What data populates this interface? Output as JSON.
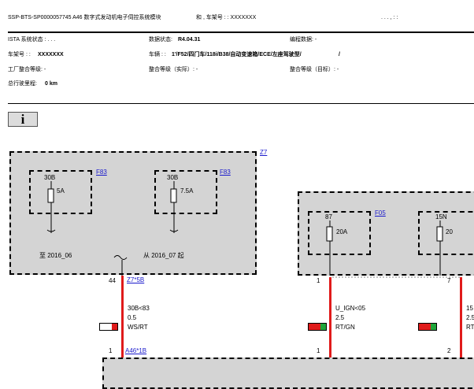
{
  "header": {
    "doc_code": "SSP-BTS-SP0000057745 A46 数字式发动机电子伺控系统模块",
    "middle": "和 , 车架号 : : XXXXXXX",
    "right_marks": ". .   . , : :"
  },
  "info": {
    "ista_label": "ISTA 系统状态 : .  .  .",
    "data_status_label": "数据状态:",
    "data_status_value": "R4.04.31",
    "prog_label": "编程数据: -",
    "vin_label": "车架号 : :",
    "vin_value": "XXXXXXX",
    "vehicle_label": "车辆 : :",
    "vehicle_value": "1'/F52/四门车/118i/B38/自动变速箱/ECE/左座驾驶型/",
    "vehicle_tail": "/",
    "plant_label": "工厂整合等级: -",
    "level_actual_label": "整合等级（实际）: -",
    "level_target_label": "整合等级（目标）: -",
    "mileage_label": "总行驶里程:",
    "mileage_value": "0 km"
  },
  "info_button": {
    "label": "i",
    "icon": "info-icon"
  },
  "diagram": {
    "z7": "Z7",
    "fuse1": {
      "terminal": "30B",
      "id": "F83",
      "rating": "5A"
    },
    "fuse2": {
      "terminal": "30B",
      "id": "F83",
      "rating": "7.5A"
    },
    "fuse3": {
      "terminal": "87",
      "id": "F05",
      "rating": "20A"
    },
    "fuse4": {
      "terminal": "15N",
      "rating": "20"
    },
    "until_label": "至 2016_06",
    "from_label": "从 2016_07 起",
    "wire1": {
      "pin_top": "44",
      "conn_top": "Z7*5B",
      "signal": "30B<83",
      "section": "0.5",
      "color": "WS/RT",
      "pin_bottom": "1",
      "conn_bottom": "A46*1B"
    },
    "wire2": {
      "pin_top": "1",
      "signal": "U_IGN<05",
      "section": "2.5",
      "color": "RT/GN",
      "pin_bottom": "1"
    },
    "wire3": {
      "pin_top": "7",
      "signal": "15",
      "section": "2.5",
      "color": "RT",
      "pin_bottom": "2"
    },
    "colors": {
      "wire": "#e01b1b",
      "white": "#ffffff",
      "green": "#1fa53a",
      "box_fill": "#d4d4d4",
      "link": "#1a1acc"
    }
  }
}
